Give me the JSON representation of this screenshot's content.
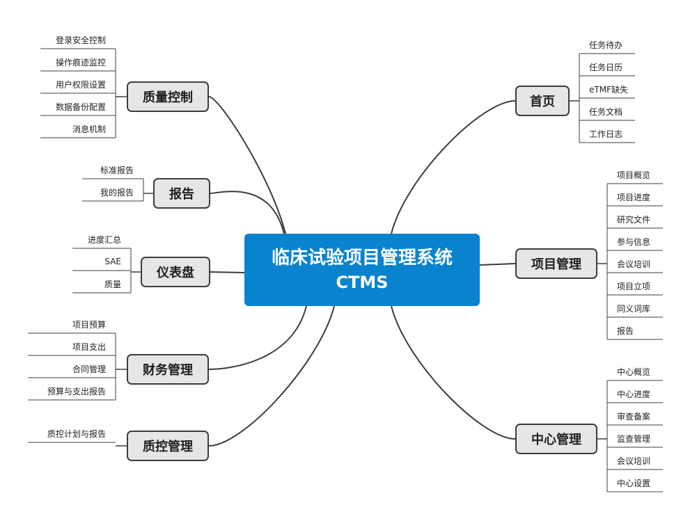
{
  "root": {
    "title": "临床试验项目管理系统",
    "subtitle": "CTMS"
  },
  "colors": {
    "root_fill": "#0a83cf",
    "branch_fill": "#e6e6e6",
    "line": "#3c3c3c"
  },
  "branches": [
    {
      "id": "quality-control",
      "side": "left",
      "label": "质量控制",
      "items": [
        "登录安全控制",
        "操作痕迹监控",
        "用户权限设置",
        "数据备份配置",
        "消息机制"
      ]
    },
    {
      "id": "reports",
      "side": "left",
      "label": "报告",
      "items": [
        "标准报告",
        "我的报告"
      ]
    },
    {
      "id": "dashboard",
      "side": "left",
      "label": "仪表盘",
      "items": [
        "进度汇总",
        "SAE",
        "质量"
      ]
    },
    {
      "id": "finance",
      "side": "left",
      "label": "财务管理",
      "items": [
        "项目预算",
        "项目支出",
        "合同管理",
        "预算与支出报告"
      ]
    },
    {
      "id": "qc-management",
      "side": "left",
      "label": "质控管理",
      "items": [
        "质控计划与报告"
      ]
    },
    {
      "id": "home",
      "side": "right",
      "label": "首页",
      "items": [
        "任务待办",
        "任务日历",
        "eTMF缺失",
        "任务文档",
        "工作日志"
      ]
    },
    {
      "id": "project-management",
      "side": "right",
      "label": "项目管理",
      "items": [
        "项目概览",
        "项目进度",
        "研究文件",
        "参与信息",
        "会议培训",
        "项目立项",
        "同义词库",
        "报告"
      ]
    },
    {
      "id": "site-management",
      "side": "right",
      "label": "中心管理",
      "items": [
        "中心概览",
        "中心进度",
        "审查备案",
        "监查管理",
        "会议培训",
        "中心设置"
      ]
    }
  ]
}
